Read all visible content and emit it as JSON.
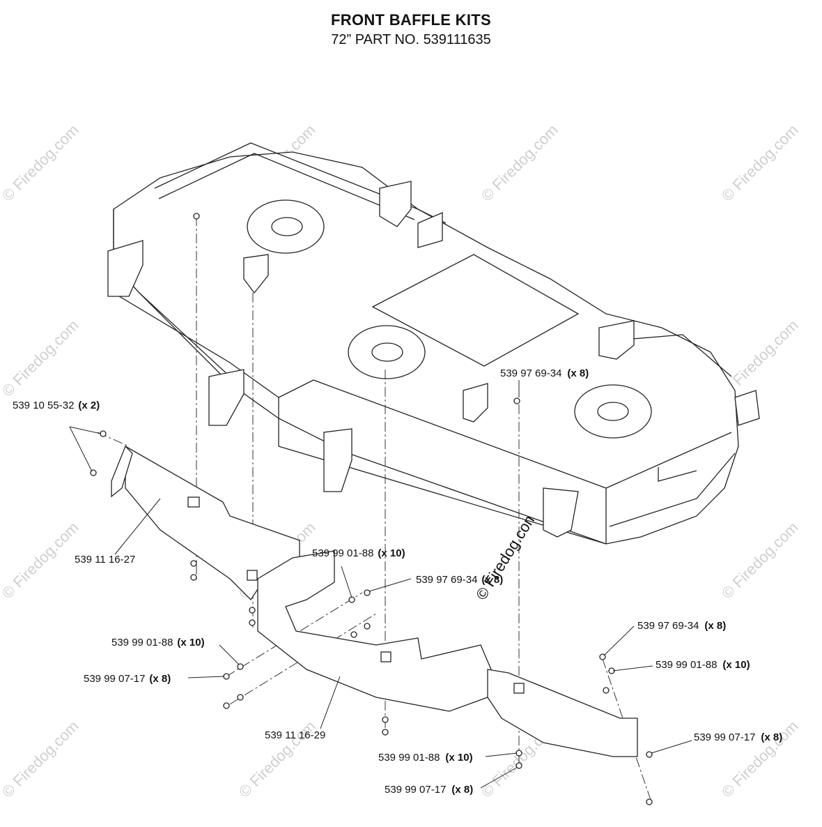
{
  "title": "FRONT BAFFLE KITS",
  "subtitle": "72” PART NO. 539111635",
  "watermark": "© Firedog.com",
  "callouts": [
    {
      "id": "c1",
      "part": "539 10 55-32",
      "qty": "(x 2)"
    },
    {
      "id": "c2",
      "part": "539 97 69-34",
      "qty": "(x 8)"
    },
    {
      "id": "c3",
      "part": "539 11 16-27",
      "qty": ""
    },
    {
      "id": "c4",
      "part": "539 99 01-88",
      "qty": "(x 10)"
    },
    {
      "id": "c5",
      "part": "539 97 69-34",
      "qty": "(x 8)"
    },
    {
      "id": "c6",
      "part": "539 99 01-88",
      "qty": "(x 10)"
    },
    {
      "id": "c7",
      "part": "539 99 07-17",
      "qty": "(x 8)"
    },
    {
      "id": "c8",
      "part": "539 97 69-34",
      "qty": "(x 8)"
    },
    {
      "id": "c9",
      "part": "539 99 01-88",
      "qty": "(x 10)"
    },
    {
      "id": "c10",
      "part": "539 11 16-29",
      "qty": ""
    },
    {
      "id": "c11",
      "part": "539 99 07-17",
      "qty": "(x 8)"
    },
    {
      "id": "c12",
      "part": "539 99 01-88",
      "qty": "(x 10)"
    },
    {
      "id": "c13",
      "part": "539 99 07-17",
      "qty": "(x 8)"
    }
  ]
}
